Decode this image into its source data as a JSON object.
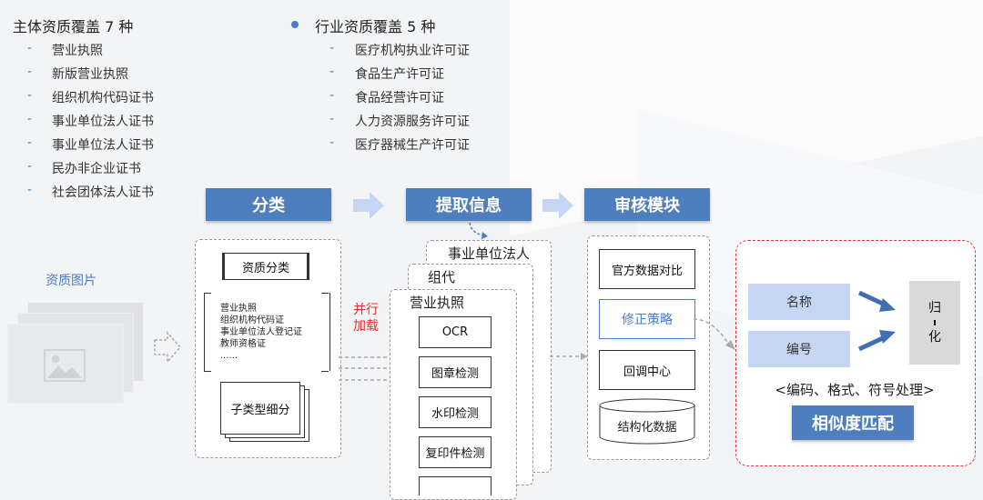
{
  "left_list": {
    "title": "主体资质覆盖 7 种",
    "items": [
      "营业执照",
      "新版营业执照",
      "组织机构代码证书",
      "事业单位法人证书",
      "事业单位法人证书",
      "民办非企业证书",
      "社会团体法人证书"
    ]
  },
  "right_list": {
    "title": "行业资质覆盖 5 种",
    "items": [
      "医疗机构执业许可证",
      "食品生产许可证",
      "食品经营许可证",
      "人力资源服务许可证",
      "医疗器械生产许可证"
    ]
  },
  "input": {
    "label": "资质图片"
  },
  "stage1": {
    "header": "分类",
    "classify_box": "资质分类",
    "doc_types": [
      "营业执照",
      "组织机构代码证",
      "事业单位法人登记证",
      "教师资格证",
      "......"
    ],
    "subtype_box": "子类型细分"
  },
  "parallel_label": "并行加载",
  "stage2": {
    "header": "提取信息",
    "stack_titles": [
      "事业单位法人",
      "组代",
      "营业执照"
    ],
    "steps": [
      "OCR",
      "图章检测",
      "水印检测",
      "复印件检测"
    ]
  },
  "stage3": {
    "header": "审核模块",
    "items": [
      "官方数据对比",
      "修正策略",
      "回调中心"
    ],
    "db_label": "结构化数据"
  },
  "stage4": {
    "name_label": "名称",
    "code_label": "编号",
    "normalize_label": "归一化",
    "normalize_char1": "归",
    "normalize_char2": "化",
    "process_note": "<编码、格式、符号处理>",
    "header": "相似度匹配"
  },
  "colors": {
    "accent": "#4f7ebf",
    "red": "#e03030",
    "light_blue": "#c5d6f2"
  }
}
